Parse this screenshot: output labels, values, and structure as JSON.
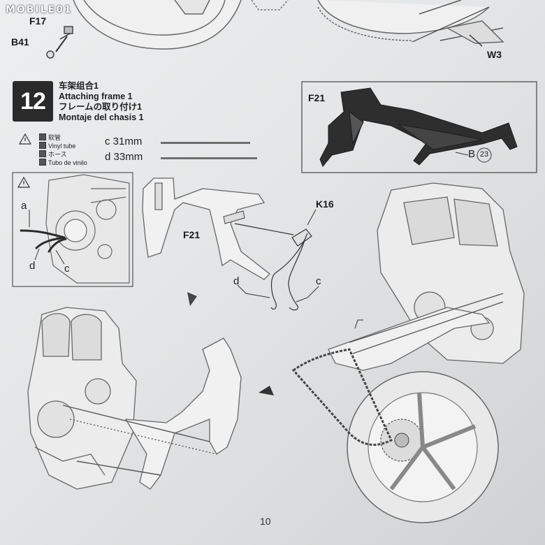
{
  "watermark": "MOBILE01",
  "top_parts": {
    "f17": "F17",
    "b41": "B41",
    "w3": "W3"
  },
  "step": {
    "number": "12",
    "title_zh": "车架组合1",
    "title_en": "Attaching frame 1",
    "title_ja": "フレームの取り付け1",
    "title_es": "Montaje del chasis 1"
  },
  "material": {
    "zh": "软管",
    "en": "Vinyl tube",
    "ja": "ホース",
    "es": "Tubo de vinilo"
  },
  "tubes": [
    {
      "label": "c 31mm"
    },
    {
      "label": "d 33mm"
    }
  ],
  "inset_labels": {
    "a": "a",
    "d": "d",
    "c": "c"
  },
  "frame_labels": {
    "f21": "F21",
    "k16": "K16",
    "d": "d",
    "c": "c"
  },
  "callout": {
    "f21": "F21",
    "b": "B",
    "b_num": "23"
  },
  "page_number": "10"
}
